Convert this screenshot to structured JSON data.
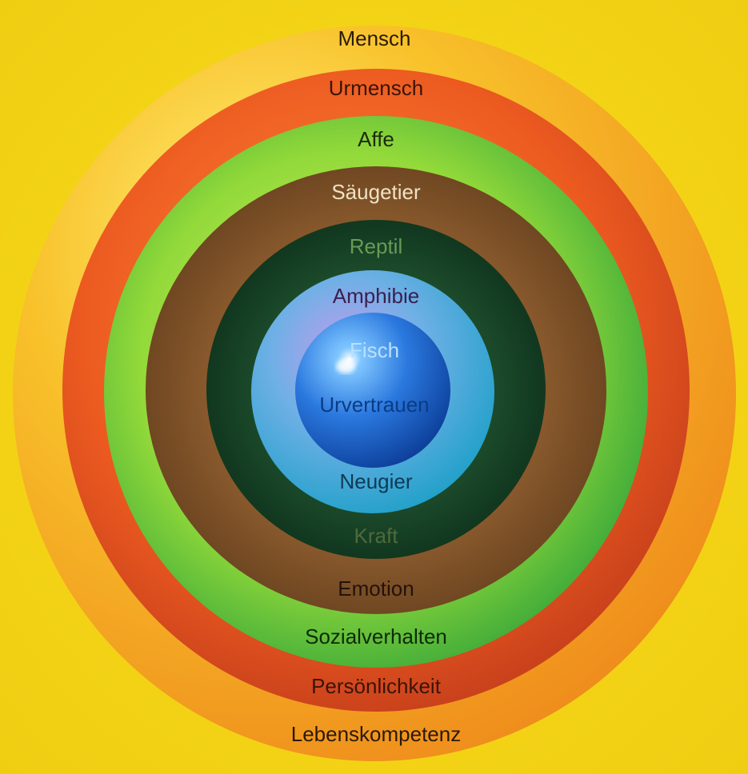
{
  "rings": [
    {
      "id": "mensch",
      "top_label": "Mensch",
      "bottom_label": "Lebenskompetenz",
      "color": "#f6a21e"
    },
    {
      "id": "urmensch",
      "top_label": "Urmensch",
      "bottom_label": "Persönlichkeit",
      "color": "#e9551e"
    },
    {
      "id": "affe",
      "top_label": "Affe",
      "bottom_label": "Sozialverhalten",
      "color": "#3cb33a"
    },
    {
      "id": "saeugetier",
      "top_label": "Säugetier",
      "bottom_label": "Emotion",
      "color": "#7a4a22"
    },
    {
      "id": "reptil",
      "top_label": "Reptil",
      "bottom_label": "Kraft",
      "color": "#0f3b22"
    },
    {
      "id": "amphibie",
      "top_label": "Amphibie",
      "bottom_label": "Neugier",
      "color": "#a56fd6"
    },
    {
      "id": "fisch",
      "top_label": "Fisch",
      "bottom_label": "Urvertrauen",
      "color": "#1d6ed8"
    }
  ]
}
